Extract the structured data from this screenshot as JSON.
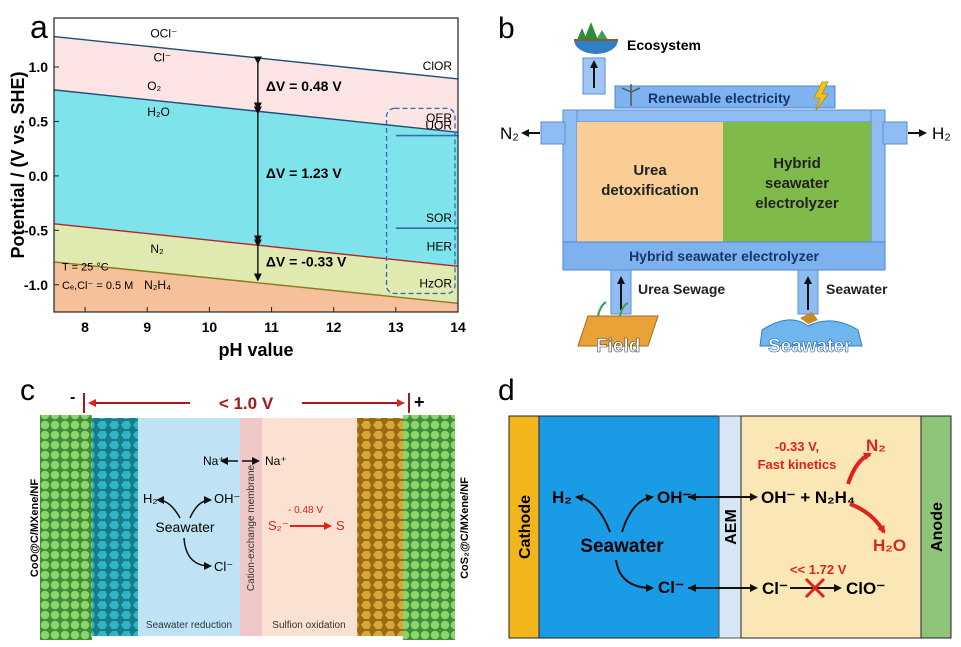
{
  "panels": {
    "a": {
      "letter": "a",
      "chart_data": {
        "type": "line",
        "xlabel": "pH value",
        "ylabel": "Potential / (V vs. SHE)",
        "xlim": [
          7.5,
          14
        ],
        "ylim": [
          -1.25,
          1.45
        ],
        "x_ticks": [
          "8",
          "9",
          "10",
          "11",
          "12",
          "13",
          "14"
        ],
        "y_ticks": [
          "1.0",
          "0.5",
          "0.0",
          "-0.5",
          "-1.0"
        ],
        "series": [
          {
            "name": "ClOR",
            "x": [
              7.5,
              14
            ],
            "y": [
              1.28,
              0.89
            ]
          },
          {
            "name": "OER",
            "x": [
              7.5,
              14
            ],
            "y": [
              0.79,
              0.4
            ]
          },
          {
            "name": "HER",
            "x": [
              7.5,
              14
            ],
            "y": [
              -0.44,
              -0.83
            ]
          },
          {
            "name": "HzOR",
            "x": [
              7.5,
              14
            ],
            "y": [
              -0.79,
              -1.17
            ]
          }
        ],
        "level_lines": [
          {
            "name": "UOR",
            "y": 0.37
          },
          {
            "name": "SOR",
            "y": -0.48
          }
        ],
        "region_labels": {
          "ocl": "OCl⁻",
          "cl": "Cl⁻",
          "o2": "O₂",
          "h2o": "H₂O",
          "n2": "N₂",
          "n2h4": "N₂H₄"
        },
        "annotations": {
          "dv1": "ΔV = 0.48 V",
          "dv2": "ΔV = 1.23 V",
          "dv3": "ΔV = -0.33 V",
          "temp": "T = 25 °C",
          "conc": "Cₑ,Cl⁻ = 0.5 M"
        }
      }
    },
    "b": {
      "letter": "b",
      "ecosystem": "Ecosystem",
      "renewable": "Renewable electricity",
      "n2": "N₂",
      "h2": "H₂",
      "left_block": [
        "Urea",
        "detoxification"
      ],
      "right_block": [
        "Hybrid",
        "seawater",
        "electrolyzer"
      ],
      "bottom_bar": "Hybrid seawater electrolyzer",
      "urea_sewage": "Urea Sewage",
      "seawater_in": "Seawater",
      "field": "Field",
      "seawater_label": "Seawater"
    },
    "c": {
      "letter": "c",
      "voltage": "< 1.0 V",
      "minus": "-",
      "plus": "+",
      "left_electrode": "CoO@C/MXene/NF",
      "right_electrode": "CoS₂@C/MXene/NF",
      "membrane": "Cation-exchange membrane",
      "na_left": "Na⁺",
      "na_right": "Na⁺",
      "h2": "H₂",
      "oh": "OH⁻",
      "seawater": "Seawater",
      "cl": "Cl⁻",
      "s2": "S₂⁻",
      "pot": "- 0.48 V",
      "s": "S",
      "left_caption": "Seawater reduction",
      "right_caption": "Sulfion oxidation"
    },
    "d": {
      "letter": "d",
      "cathode": "Cathode",
      "anode": "Anode",
      "aem": "AEM",
      "h2": "H₂",
      "oh_left": "OH⁻",
      "seawater": "Seawater",
      "cl_left": "Cl⁻",
      "oh_right": "OH⁻ + N₂H₄",
      "kinetics_1": "-0.33 V,",
      "kinetics_2": "Fast kinetics",
      "n2": "N₂",
      "h2o": "H₂O",
      "threshold": "<< 1.72 V",
      "cl_right": "Cl⁻",
      "clo": "ClO⁻"
    }
  },
  "colors": {
    "cyan": "#7fe3ec",
    "pink": "#fce4e4",
    "orange": "#f6c09a",
    "blue": "#1a9be6",
    "cream": "#fbe7b5",
    "red": "#e0231a",
    "anode_green": "#8fc57a",
    "cathode_yellow": "#f2b51c"
  }
}
